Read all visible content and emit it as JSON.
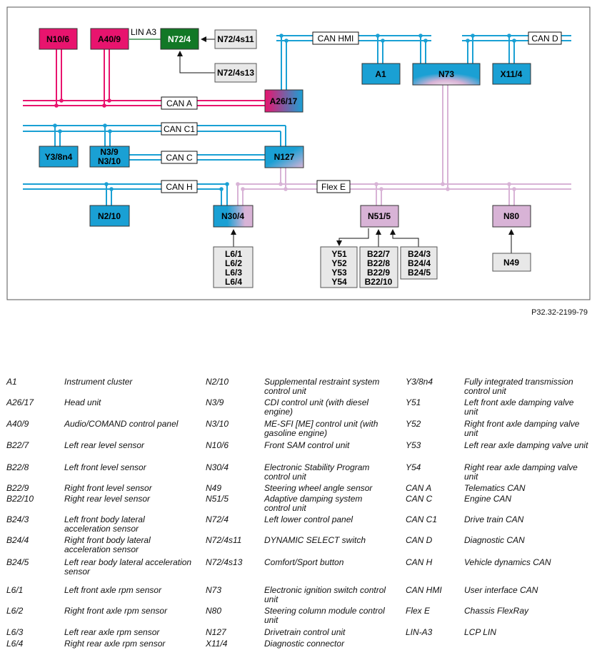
{
  "diagram": {
    "units": {
      "N10_6": "N10/6",
      "A40_9": "A40/9",
      "N72_4": "N72/4",
      "N72_4s11": "N72/4s11",
      "N72_4s13": "N72/4s13",
      "A26_17": "A26/17",
      "A1": "A1",
      "N73": "N73",
      "X11_4": "X11/4",
      "Y3_8n4": "Y3/8n4",
      "N3_9": "N3/9",
      "N3_10": "N3/10",
      "N127": "N127",
      "N2_10": "N2/10",
      "N30_4": "N30/4",
      "N51_5": "N51/5",
      "N80": "N80",
      "N49": "N49",
      "L6": [
        "L6/1",
        "L6/2",
        "L6/3",
        "L6/4"
      ],
      "Y5x": [
        "Y51",
        "Y52",
        "Y53",
        "Y54"
      ],
      "B22": [
        "B22/7",
        "B22/8",
        "B22/9",
        "B22/10"
      ],
      "B24": [
        "B24/3",
        "B24/4",
        "B24/5"
      ]
    },
    "buses": {
      "lin_a3": "LIN A3",
      "can_hmi": "CAN HMI",
      "can_d": "CAN D",
      "can_a": "CAN A",
      "can_c1": "CAN C1",
      "can_c": "CAN C",
      "can_h": "CAN H",
      "flex_e": "Flex E"
    },
    "colors": {
      "can_a": "#e8146e",
      "can": "#1aa0d4",
      "flexray": "#d8b3d6",
      "lin_module": "#127826",
      "gray_box": "#e8e8e8"
    }
  },
  "reference": "P32.32-2199-79",
  "legend": [
    [
      {
        "code": "A1",
        "desc": "Instrument cluster"
      },
      {
        "code": "N2/10",
        "desc": "Supplemental restraint system control unit"
      },
      {
        "code": "Y3/8n4",
        "desc": "Fully integrated transmission control unit"
      }
    ],
    [
      {
        "code": "A26/17",
        "desc": "Head unit"
      },
      {
        "code": "N3/9",
        "desc": "CDI control unit (with diesel engine)"
      },
      {
        "code": "Y51",
        "desc": "Left front axle damping valve unit"
      }
    ],
    [
      {
        "code": "A40/9",
        "desc": "Audio/COMAND control panel"
      },
      {
        "code": "N3/10",
        "desc": "ME-SFI [ME] control unit (with gasoline engine)"
      },
      {
        "code": "Y52",
        "desc": "Right front axle damping valve unit"
      }
    ],
    [
      {
        "code": "B22/7",
        "desc": "Left rear level sensor"
      },
      {
        "code": "N10/6",
        "desc": "Front SAM control unit"
      },
      {
        "code": "Y53",
        "desc": "Left rear axle damping valve unit"
      }
    ],
    [
      {
        "code": "B22/8",
        "desc": "Left front level sensor"
      },
      {
        "code": "N30/4",
        "desc": "Electronic Stability Program control unit"
      },
      {
        "code": "Y54",
        "desc": "Right rear axle damping valve unit"
      }
    ],
    [
      {
        "code": "B22/9",
        "desc": "Right front level sensor"
      },
      {
        "code": "N49",
        "desc": "Steering wheel angle sensor"
      },
      {
        "code": "CAN A",
        "desc": "Telematics CAN"
      }
    ],
    [
      {
        "code": "B22/10",
        "desc": "Right rear level sensor"
      },
      {
        "code": "N51/5",
        "desc": "Adaptive damping system control unit"
      },
      {
        "code": "CAN C",
        "desc": "Engine CAN"
      }
    ],
    [
      {
        "code": "B24/3",
        "desc": "Left front body lateral acceleration sensor"
      },
      {
        "code": "N72/4",
        "desc": "Left lower control panel"
      },
      {
        "code": "CAN C1",
        "desc": "Drive train CAN"
      }
    ],
    [
      {
        "code": "B24/4",
        "desc": "Right front body lateral acceleration sensor"
      },
      {
        "code": "N72/4s11",
        "desc": "DYNAMIC SELECT switch"
      },
      {
        "code": "CAN D",
        "desc": "Diagnostic CAN"
      }
    ],
    [
      {
        "code": "B24/5",
        "desc": "Left rear body lateral acceleration sensor"
      },
      {
        "code": "N72/4s13",
        "desc": "Comfort/Sport button"
      },
      {
        "code": "CAN H",
        "desc": "Vehicle dynamics CAN"
      }
    ],
    [
      {
        "code": "L6/1",
        "desc": "Left front axle rpm sensor"
      },
      {
        "code": "N73",
        "desc": "Electronic ignition switch control unit"
      },
      {
        "code": "CAN HMI",
        "desc": "User interface CAN"
      }
    ],
    [
      {
        "code": "L6/2",
        "desc": "Right front axle rpm sensor"
      },
      {
        "code": "N80",
        "desc": "Steering column module control unit"
      },
      {
        "code": "Flex E",
        "desc": "Chassis FlexRay"
      }
    ],
    [
      {
        "code": "L6/3",
        "desc": "Left rear axle rpm sensor"
      },
      {
        "code": "N127",
        "desc": "Drivetrain control unit"
      },
      {
        "code": "LIN-A3",
        "desc": "LCP LIN"
      }
    ],
    [
      {
        "code": "L6/4",
        "desc": "Right rear axle rpm sensor"
      },
      {
        "code": "X11/4",
        "desc": "Diagnostic connector"
      },
      null
    ]
  ]
}
